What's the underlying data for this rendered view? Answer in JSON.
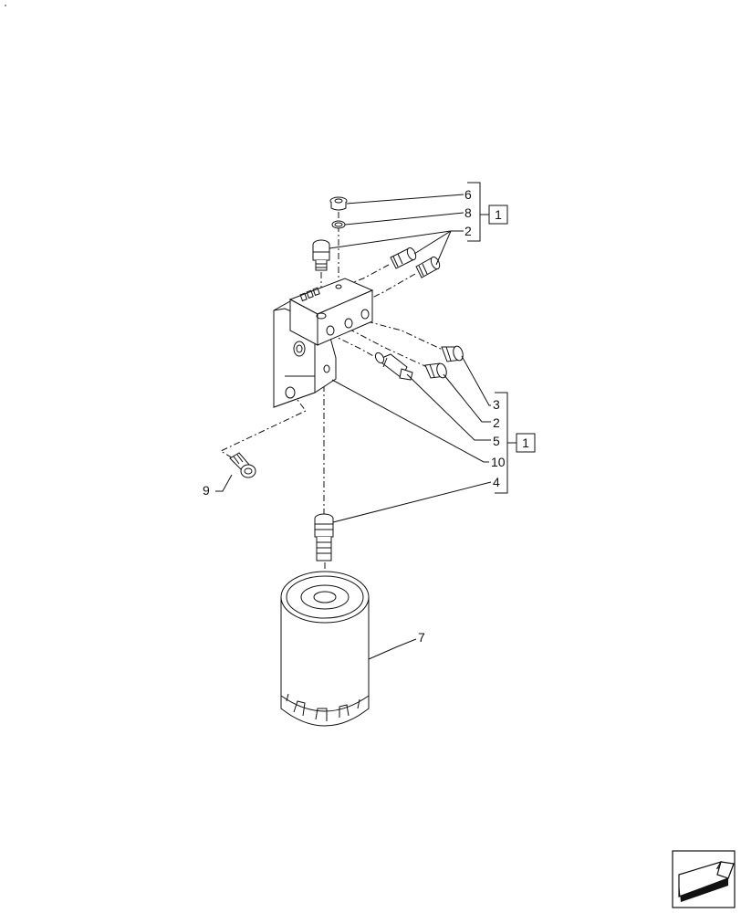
{
  "diagram": {
    "callouts": {
      "c6": "6",
      "c8": "8",
      "c2a": "2",
      "c3": "3",
      "c2b": "2",
      "c5": "5",
      "c10": "10",
      "c4": "4",
      "c9": "9",
      "c7": "7"
    },
    "kit_badges": {
      "upper": "1",
      "lower": "1"
    }
  },
  "nav": {
    "icon": "next-page-arrow-icon"
  },
  "colors": {
    "line": "#111111",
    "background": "#ffffff"
  }
}
